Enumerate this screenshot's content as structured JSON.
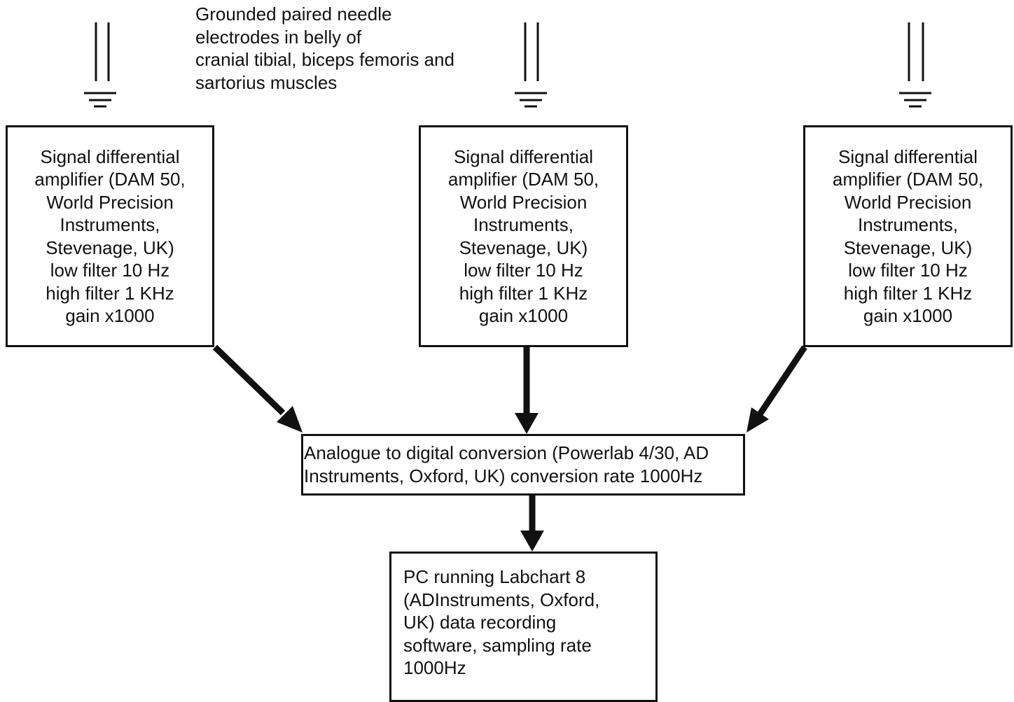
{
  "electrode_label": {
    "lines": [
      "Grounded paired needle",
      "electrodes in belly of",
      "cranial tibial, biceps femoris and",
      "sartorius muscles"
    ]
  },
  "amplifiers": [
    {
      "lines": [
        "Signal differential",
        "amplifier (DAM 50,",
        "World Precision",
        "Instruments,",
        "Stevenage, UK)",
        "low filter 10 Hz",
        "high filter 1 KHz",
        "gain x1000"
      ]
    },
    {
      "lines": [
        "Signal differential",
        "amplifier (DAM 50,",
        "World Precision",
        "Instruments,",
        "Stevenage, UK)",
        "low filter 10 Hz",
        "high filter 1 KHz",
        "gain x1000"
      ]
    },
    {
      "lines": [
        "Signal differential",
        "amplifier (DAM 50,",
        "World Precision",
        "Instruments,",
        "Stevenage, UK)",
        "low filter 10 Hz",
        "high filter 1 KHz",
        "gain x1000"
      ]
    }
  ],
  "adc": {
    "lines": [
      "Analogue to digital conversion (Powerlab 4/30, AD",
      "Instruments, Oxford, UK) conversion rate 1000Hz"
    ]
  },
  "pc": {
    "lines": [
      "PC running Labchart 8",
      "(ADInstruments, Oxford,",
      "UK) data recording",
      "software, sampling rate",
      "1000Hz"
    ]
  },
  "colors": {
    "stroke": "#111111",
    "background": "#ffffff"
  }
}
